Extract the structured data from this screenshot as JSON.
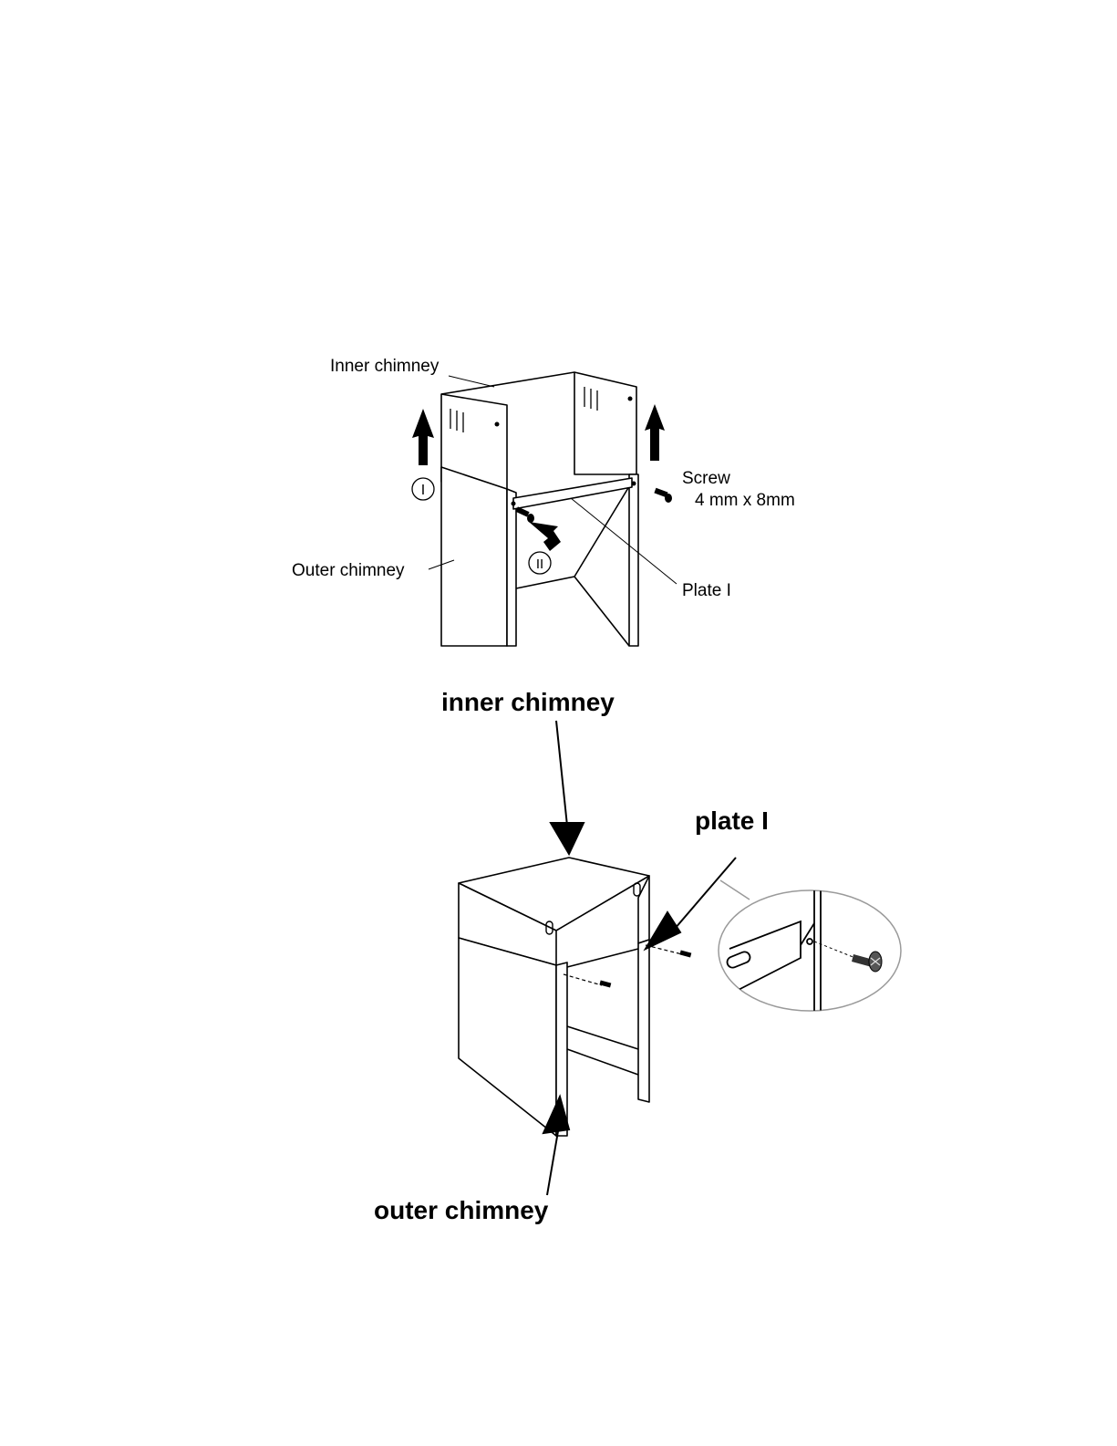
{
  "figure1": {
    "inner_chimney_label": "Inner chimney",
    "outer_chimney_label": "Outer chimney",
    "screw_label": "Screw",
    "screw_size_label": "4 mm x 8mm",
    "plate_label": "Plate I",
    "step_one_marker": "I",
    "step_two_marker": "II"
  },
  "figure2": {
    "inner_chimney_label": "inner chimney",
    "plate_label": "plate I",
    "outer_chimney_label": "outer chimney"
  },
  "colors": {
    "line": "#000000",
    "panel": "#ffffff",
    "detail_ring": "#9a9a9a"
  }
}
